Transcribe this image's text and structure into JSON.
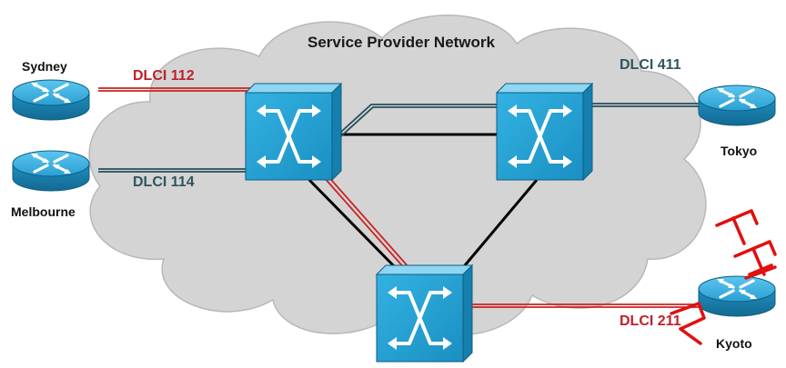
{
  "title": "Service Provider Network",
  "sites": {
    "sydney": "Sydney",
    "melbourne": "Melbourne",
    "tokyo": "Tokyo",
    "kyoto": "Kyoto"
  },
  "dlci": {
    "sydney_kyoto": "DLCI 112",
    "melbourne_tokyo": "DLCI 114",
    "tokyo": "DLCI 411",
    "kyoto": "DLCI 211"
  },
  "colors": {
    "cloud": "#d4d4d4",
    "switch_blue": "#1f9fd0",
    "router_blue": "#2aa6d8",
    "red_pvc": "#cc2222",
    "teal_pvc": "#264e5b",
    "trunk": "#000000",
    "dlci_red": "#c0202a",
    "dlci_teal": "#2f5560"
  },
  "icons": [
    "router-icon",
    "frame-relay-switch-icon",
    "cloud-icon"
  ]
}
